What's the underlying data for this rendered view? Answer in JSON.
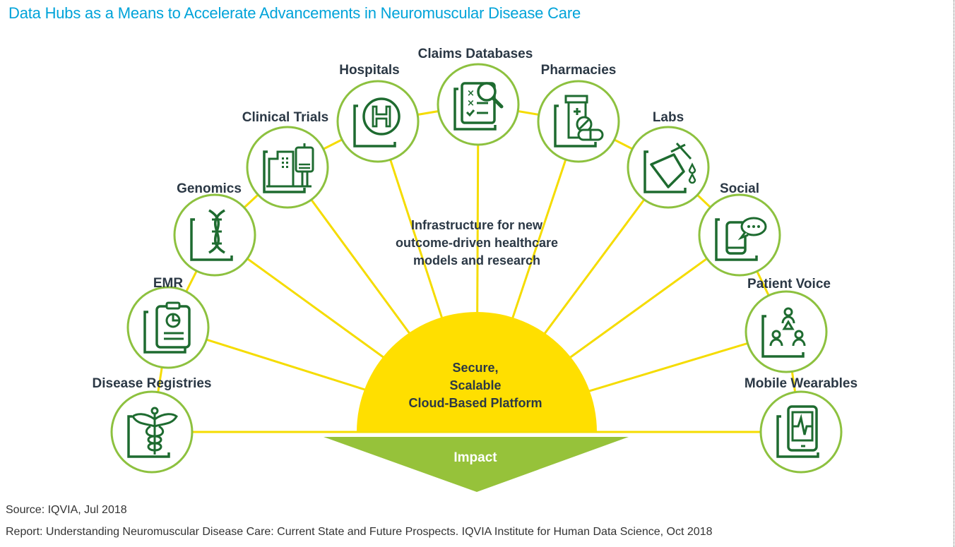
{
  "title": "Data Hubs as a Means to Accelerate Advancements in Neuromuscular Disease Care",
  "colors": {
    "title": "#00a3d9",
    "spoke": "#f5dc00",
    "dome": "#ffdf00",
    "node_ring": "#8dc13f",
    "icon": "#1e6b30",
    "impact": "#96c23a",
    "text": "#2b3845"
  },
  "nodes": [
    {
      "label": "Disease Registries",
      "icon": "caduceus-icon"
    },
    {
      "label": "EMR",
      "icon": "clipboard-chart-icon"
    },
    {
      "label": "Genomics",
      "icon": "dna-icon"
    },
    {
      "label": "Clinical Trials",
      "icon": "building-clipboard-icon"
    },
    {
      "label": "Hospitals",
      "icon": "hospital-h-icon"
    },
    {
      "label": "Claims Databases",
      "icon": "checklist-magnifier-icon"
    },
    {
      "label": "Pharmacies",
      "icon": "pill-bottle-icon"
    },
    {
      "label": "Labs",
      "icon": "flask-icon"
    },
    {
      "label": "Social",
      "icon": "phone-chat-icon"
    },
    {
      "label": "Patient Voice",
      "icon": "people-network-icon"
    },
    {
      "label": "Mobile Wearables",
      "icon": "tablet-heartbeat-icon"
    }
  ],
  "center_text": {
    "line1": "Infrastructure for new",
    "line2": "outcome-driven healthcare",
    "line3": "models and research"
  },
  "platform": {
    "line1": "Secure,",
    "line2": "Scalable",
    "line3": "Cloud-Based Platform"
  },
  "impact": "Impact",
  "footer": {
    "source": "Source: IQVIA, Jul 2018",
    "report": "Report: Understanding Neuromuscular Disease Care: Current State and Future Prospects. IQVIA Institute for Human Data Science, Oct 2018"
  }
}
